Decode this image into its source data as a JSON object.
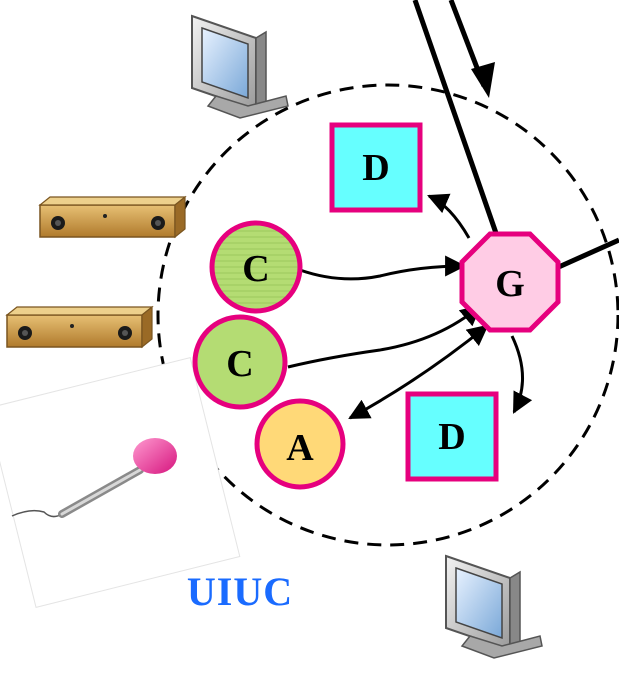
{
  "site": {
    "label": "UIUC"
  },
  "nodes": {
    "display_top": "D",
    "display_bottom": "D",
    "camera_top": "C",
    "camera_bottom": "C",
    "audio": "A",
    "gateway": "G"
  },
  "colors": {
    "display_fill": "#66ffff",
    "display_border": "#e6007e",
    "camera_fill": "#b4dc73",
    "camera_border": "#e6007e",
    "audio_fill": "#ffd978",
    "audio_border": "#e6007e",
    "gateway_fill": "#ffcce5",
    "gateway_border": "#e6007e",
    "site_label": "#1a6bff"
  },
  "icons": [
    "monitor-icon",
    "stereo-camera-icon",
    "microphone-icon"
  ]
}
